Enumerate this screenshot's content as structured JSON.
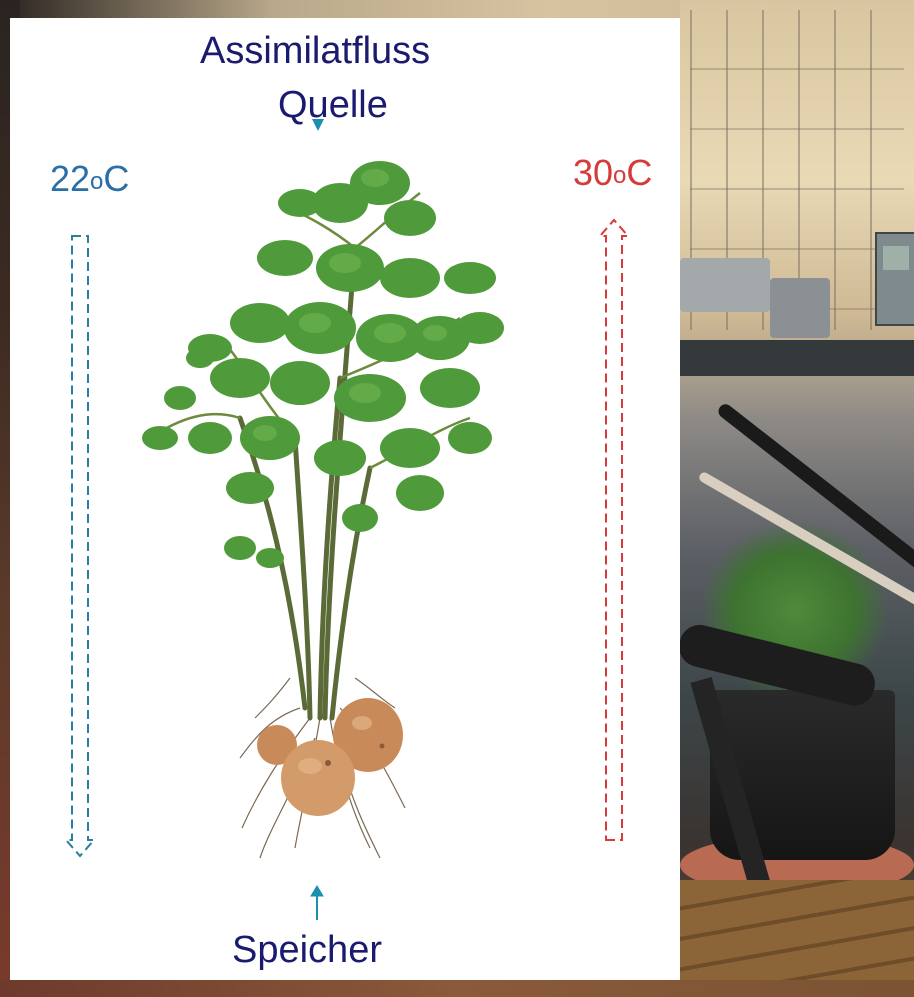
{
  "diagram": {
    "title": "Assimilatfluss",
    "source_label": "Quelle",
    "sink_label": "Speicher",
    "left_temperature": {
      "value": "22",
      "degree": "o",
      "unit": "C",
      "color": "#2a6fa8",
      "arrow_direction": "down"
    },
    "right_temperature": {
      "value": "30",
      "degree": "o",
      "unit": "C",
      "color": "#d63a3a",
      "arrow_direction": "up"
    },
    "arrow_color": "#1a8fb0",
    "text_color": "#1a1a6e"
  }
}
